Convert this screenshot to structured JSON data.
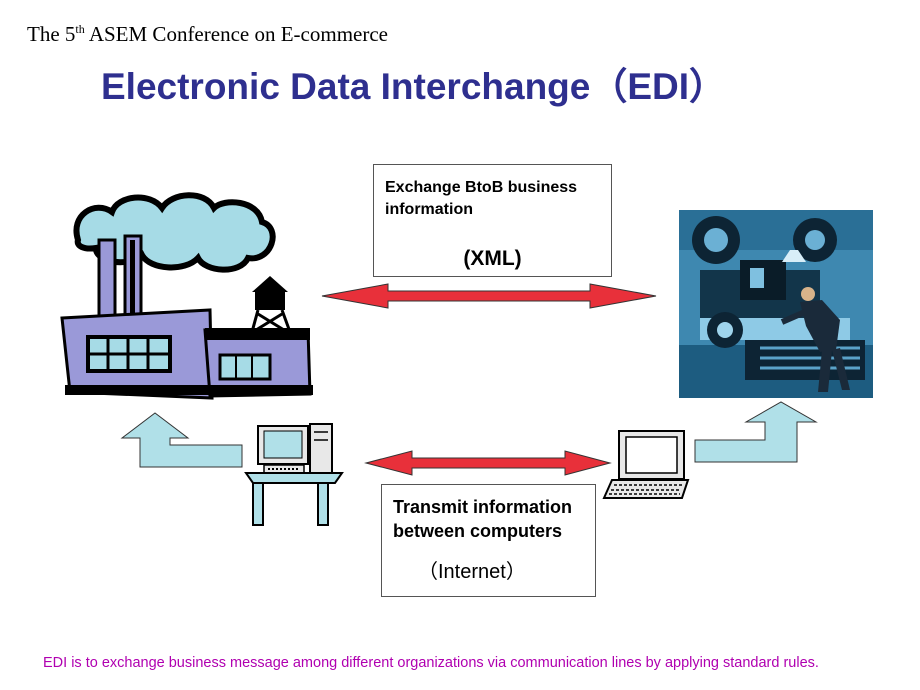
{
  "header": {
    "conference_prefix": "The 5",
    "conference_sup": "th",
    "conference_suffix": " ASEM Conference on E-commerce",
    "title": "Electronic Data Interchange（EDI）"
  },
  "box_top": {
    "text": "Exchange BtoB business\ninformation",
    "sub": "(XML)"
  },
  "box_bottom": {
    "text": "Transmit information\nbetween computers",
    "sub": "（Internet）"
  },
  "footer": "EDI is to exchange business message among different organizations via communication lines by applying standard rules.",
  "colors": {
    "title": "#2e2f8f",
    "arrow_red": "#e8303a",
    "arrow_light": "#b0e0e8",
    "footer": "#b000b0"
  },
  "icons": [
    "factory-icon",
    "factory-machine-worker-icon",
    "desktop-computer-icon",
    "laptop-computer-icon"
  ]
}
